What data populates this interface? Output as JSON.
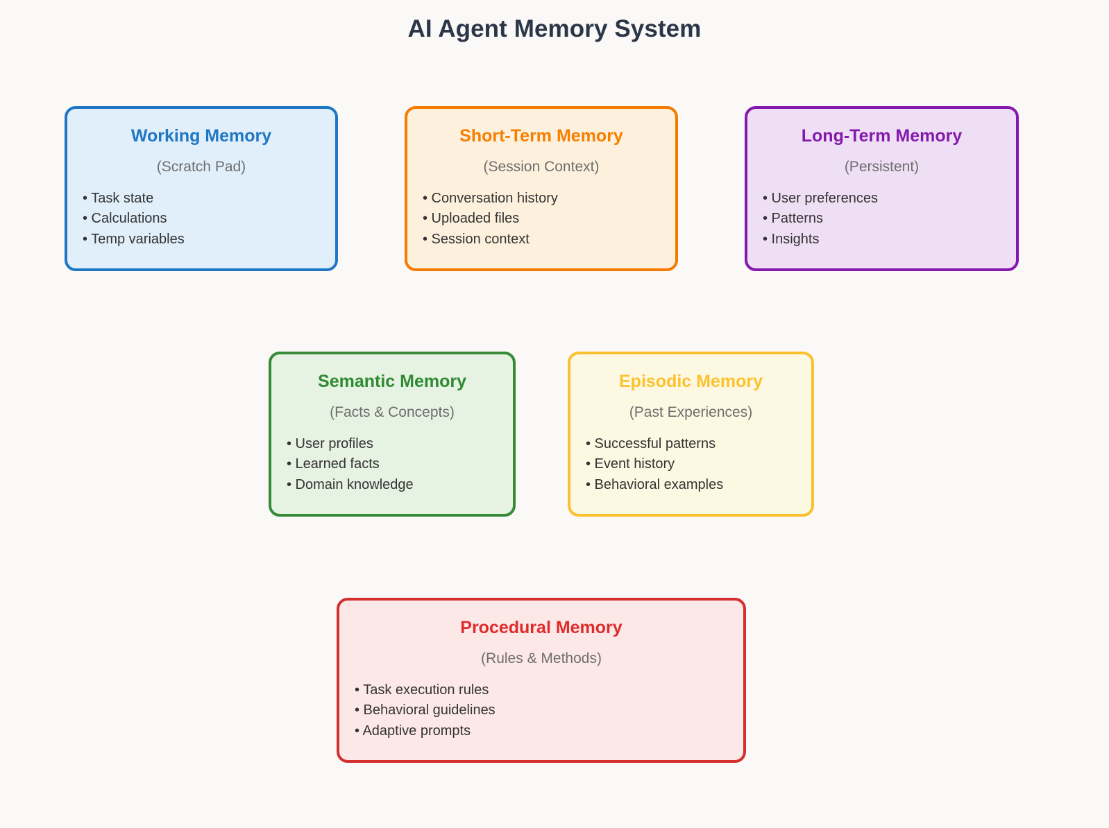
{
  "header": {
    "title": "AI Agent Memory System",
    "title_color": "#2b3648"
  },
  "background_color": "#faf9f7",
  "cards": [
    {
      "id": "working-memory",
      "title": "Working Memory",
      "subtitle": "(Scratch Pad)",
      "bullets": [
        "• Task state",
        "• Calculations",
        "• Temp variables"
      ],
      "border_color": "#1f77c4",
      "fill_color": "#e0effa",
      "title_color": "#1f77c4"
    },
    {
      "id": "short-term",
      "title": "Short-Term Memory",
      "subtitle": "(Session Context)",
      "bullets": [
        "• Conversation history",
        "• Uploaded files",
        "• Session context"
      ],
      "border_color": "#f57c00",
      "fill_color": "#fdf0dd",
      "title_color": "#f77f00"
    },
    {
      "id": "long-term",
      "title": "Long-Term Memory",
      "subtitle": "(Persistent)",
      "bullets": [
        "• User preferences",
        "• Patterns",
        "• Insights"
      ],
      "border_color": "#8419ad",
      "fill_color": "#efdff5",
      "title_color": "#8419ad"
    },
    {
      "id": "semantic",
      "title": "Semantic Memory",
      "subtitle": "(Facts & Concepts)",
      "bullets": [
        "• User profiles",
        "• Learned facts",
        "• Domain knowledge"
      ],
      "border_color": "#368a38",
      "fill_color": "#e6f2e2",
      "title_color": "#2e8b33"
    },
    {
      "id": "episodic",
      "title": "Episodic Memory",
      "subtitle": "(Past Experiences)",
      "bullets": [
        "• Successful patterns",
        "• Event history",
        "• Behavioral examples"
      ],
      "border_color": "#fbc02d",
      "fill_color": "#fdf8e1",
      "title_color": "#fcc22e"
    },
    {
      "id": "procedural",
      "title": "Procedural Memory",
      "subtitle": "(Rules & Methods)",
      "bullets": [
        "• Task execution rules",
        "• Behavioral guidelines",
        "• Adaptive prompts"
      ],
      "border_color": "#d32f2f",
      "fill_color": "#fde8e8",
      "title_color": "#e02b2b"
    }
  ]
}
